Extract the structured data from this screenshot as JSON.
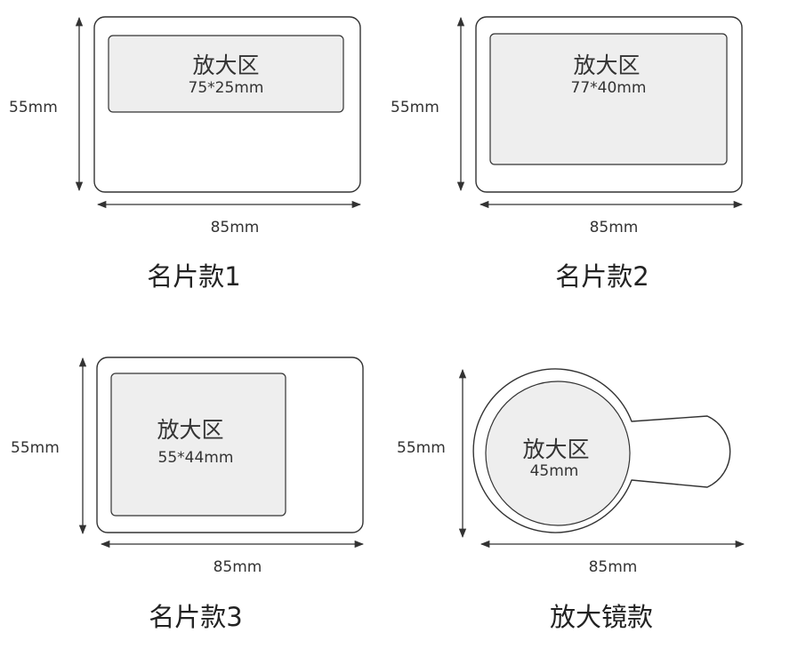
{
  "zone_label": "放大区",
  "colors": {
    "outline": "#333333",
    "zone_fill": "#eeeeee",
    "card_fill": "#ffffff",
    "text": "#333333"
  },
  "panels": [
    {
      "id": "card1",
      "caption": "名片款1",
      "height_label": "55mm",
      "width_label": "85mm",
      "zone_size": "75*25mm"
    },
    {
      "id": "card2",
      "caption": "名片款2",
      "height_label": "55mm",
      "width_label": "85mm",
      "zone_size": "77*40mm"
    },
    {
      "id": "card3",
      "caption": "名片款3",
      "height_label": "55mm",
      "width_label": "85mm",
      "zone_size": "55*44mm"
    },
    {
      "id": "magnifier",
      "caption": "放大镜款",
      "height_label": "55mm",
      "width_label": "85mm",
      "zone_size": "45mm"
    }
  ]
}
